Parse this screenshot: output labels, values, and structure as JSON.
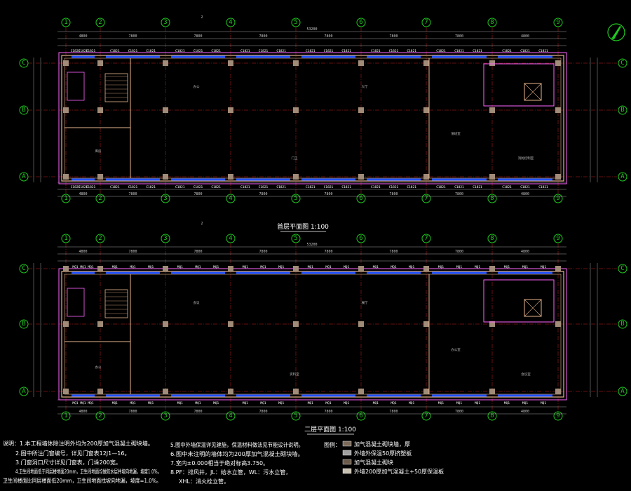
{
  "colors": {
    "background": "#000000",
    "grid_bubble": "#1fc81f",
    "axis_line": "#c81e1e",
    "wall": "#e6b48c",
    "outer_line": "#ff64ff",
    "window": "#1e50ff",
    "column": "#a08c78",
    "dimension": "#c8c8c8",
    "text": "#ffffff",
    "north_arrow": "#1fc81f"
  },
  "north_arrow": {
    "icon": "north-arrow-icon"
  },
  "plan1": {
    "title": "首层平面图 1:100",
    "column_axes": [
      "1",
      "2",
      "3",
      "4",
      "5",
      "6",
      "7",
      "8",
      "9"
    ],
    "row_axes": [
      "C",
      "B",
      "A"
    ],
    "bay_dims": [
      "4800",
      "7800",
      "7800",
      "7800",
      "7800",
      "7800",
      "7800",
      "4800"
    ],
    "overall_dim": "53200",
    "section_mark": "2",
    "rooms": [
      "库房",
      "办公",
      "门卫",
      "大厅",
      "值班室",
      "消防控制室"
    ],
    "window_tag": "C1821"
  },
  "plan2": {
    "title": "二层平面图 1:100",
    "column_axes": [
      "1",
      "2",
      "3",
      "4",
      "5",
      "6",
      "7",
      "8",
      "9"
    ],
    "row_axes": [
      "C",
      "B",
      "A"
    ],
    "bay_dims": [
      "4800",
      "7800",
      "7800",
      "7800",
      "7800",
      "7800",
      "7800",
      "4800"
    ],
    "overall_dim": "53200",
    "rooms": [
      "办公",
      "会议",
      "资料室",
      "展厅",
      "办公室",
      "会议室"
    ],
    "window_tag": "MQ1"
  },
  "notes": {
    "col1": [
      "说明：1.本工程墙体除注明外均为200厚加气混凝土砌块墙。",
      "2.图中所注门窗编号，详见门窗表12J1—16。",
      "3.门窗洞口尺寸详见门窗表，门垛200宽。",
      "4.卫生间地面低于同层楼地面20mm，卫生间地面均做防水层并坡向地漏，坡度1.0%。",
      "卫生间楼面比同层楼面低20mm，卫生间地面找坡向地漏，坡度=1.0%。"
    ],
    "col2": [
      "5.图中外墙保温详见建施，保温材料做法见节能设计说明。",
      "6.图中未注明的墙体均为200厚加气混凝土砌块墙。",
      "7.室内±0.000相当于绝对标高3.750。",
      "8.PF：排风井，JL：给水立管，WL：污水立管，",
      "XHL：消火栓立管。"
    ],
    "legend_title": "图例：",
    "legend": [
      {
        "text": "加气混凝土砌块墙，厚",
        "color": "#7a6a5a"
      },
      {
        "text": "外墙外保温50厚挤塑板",
        "color": "#a0a0a0"
      },
      {
        "text": "加气混凝土砌块",
        "color": "#6a5a4a"
      },
      {
        "text": "外墙200厚加气混凝土+50厚保温板",
        "color": "#c8c0b0"
      }
    ]
  }
}
